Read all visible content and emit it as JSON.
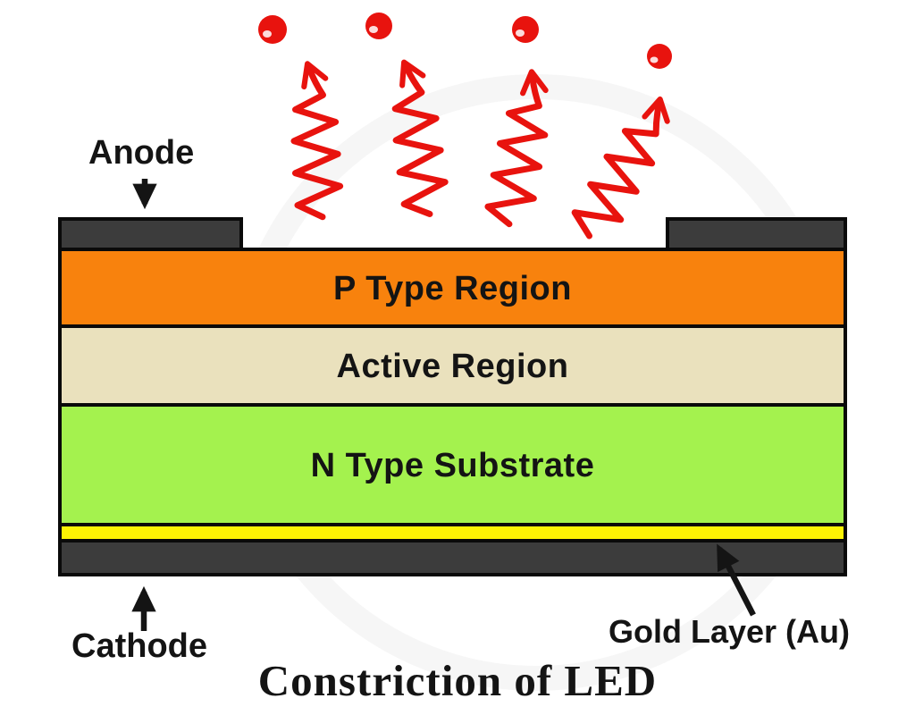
{
  "title": "Constriction of LED",
  "annotations": {
    "anode": "Anode",
    "cathode": "Cathode",
    "gold_layer": "Gold Layer (Au)"
  },
  "layers": [
    {
      "name": "p-type-region",
      "label": "P Type Region",
      "color": "#F8820D"
    },
    {
      "name": "active-region",
      "label": "Active Region",
      "color": "#EAE1BD"
    },
    {
      "name": "n-type-substrate",
      "label": "N Type Substrate",
      "color": "#A4F24E"
    },
    {
      "name": "gold-layer",
      "label": "",
      "color": "#FDF304"
    },
    {
      "name": "cathode-contact",
      "label": "",
      "color": "#3C3C3C"
    }
  ],
  "contacts": {
    "color": "#3C3C3C",
    "left_name": "anode-contact-left",
    "right_name": "anode-contact-right"
  },
  "photons": {
    "count": 4,
    "color": "#E8130E",
    "meaning": "emitted light"
  },
  "colors": {
    "background": "#FFFFFF",
    "ink": "#141414",
    "border": "#0A0A0A"
  }
}
